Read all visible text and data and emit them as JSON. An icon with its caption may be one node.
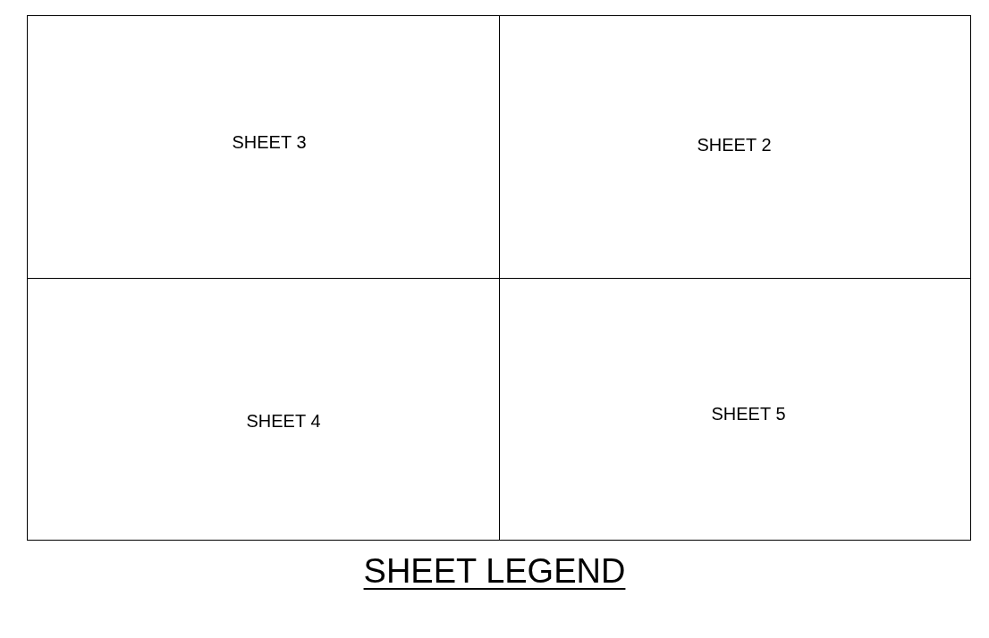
{
  "diagram": {
    "title": "SHEET LEGEND",
    "nodes": [
      {
        "text": [
          "SHEET 3"
        ]
      },
      {
        "text": [
          "SHEET 2"
        ]
      },
      {
        "text": [
          "SHEET 4"
        ]
      },
      {
        "text": [
          "SHEET 5"
        ]
      }
    ]
  }
}
